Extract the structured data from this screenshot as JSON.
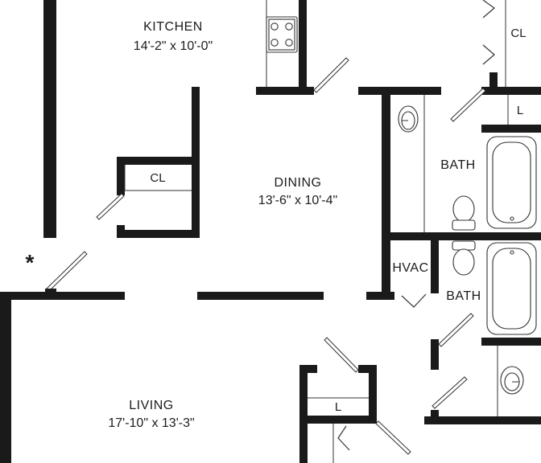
{
  "rooms": {
    "kitchen": {
      "name": "KITCHEN",
      "dims": "14'-2\" x 10'-0\""
    },
    "dining": {
      "name": "DINING",
      "dims": "13'-6\" x 10'-4\""
    },
    "living": {
      "name": "LIVING",
      "dims": "17'-10\" x 13'-3\""
    },
    "bath1": {
      "name": "BATH"
    },
    "bath2": {
      "name": "BATH"
    },
    "hvac": {
      "name": "HVAC"
    },
    "closet_dining": {
      "name": "CL"
    },
    "closet_top_right": {
      "name": "CL"
    },
    "linen_right": {
      "name": "L"
    },
    "linen_bottom": {
      "name": "L"
    }
  },
  "marker": "*",
  "colors": {
    "wall": "#1a1a1a",
    "line": "#333333",
    "background": "#ffffff"
  }
}
